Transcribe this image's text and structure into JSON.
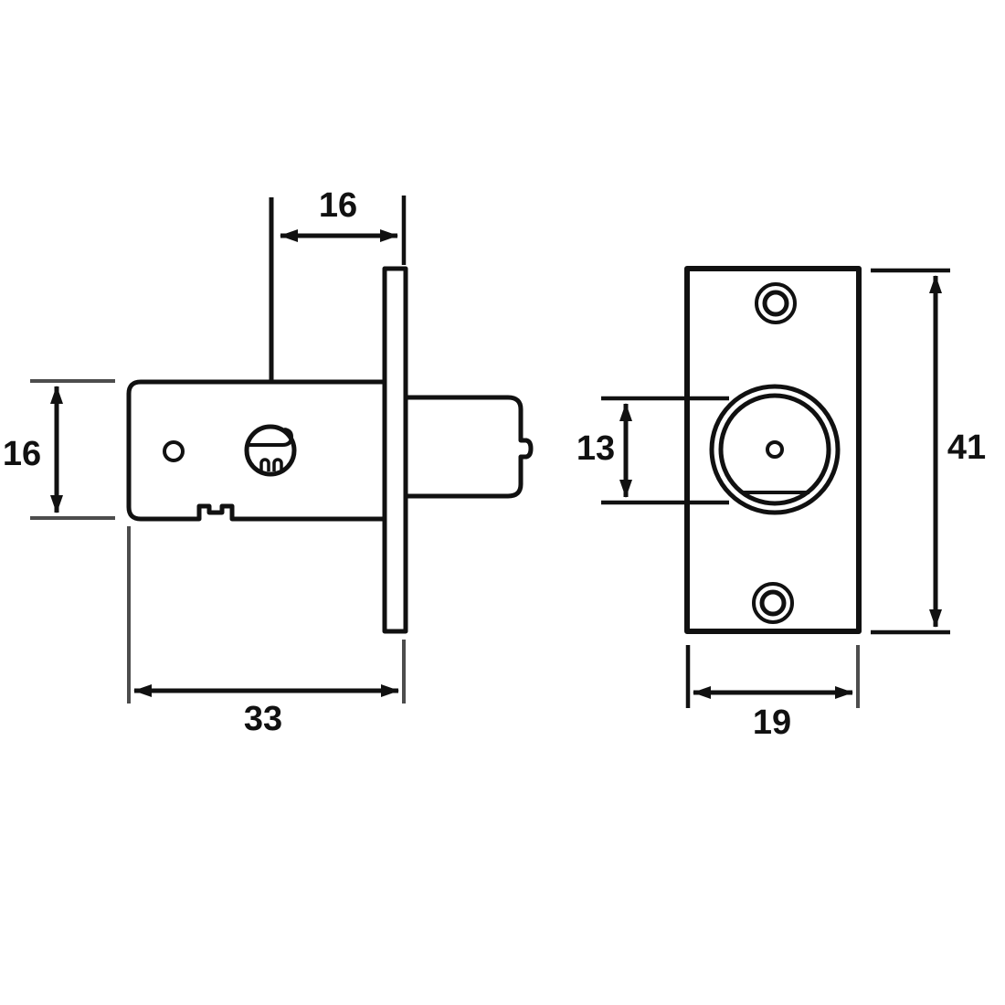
{
  "drawing": {
    "type": "technical-diagram",
    "subject": "mortice-rack-bolt-two-view-drawing",
    "views": {
      "side_view_parts": [
        "lock-body",
        "faceplate-edge",
        "bolt",
        "spindle-follower",
        "mounting-hole",
        "bottom-notch",
        "spindle-line"
      ],
      "front_view_parts": [
        "faceplate",
        "screw-hole-top",
        "screw-hole-bottom",
        "bolt-hole",
        "center-pin"
      ]
    },
    "dimensions": {
      "backset": "16",
      "body_height": "16",
      "body_depth": "33",
      "bolt_diameter": "13",
      "faceplate_height": "41",
      "faceplate_width": "19"
    },
    "colors": {
      "line": "#111111",
      "extension_line": "#4d4d4d",
      "background": "#ffffff"
    }
  }
}
